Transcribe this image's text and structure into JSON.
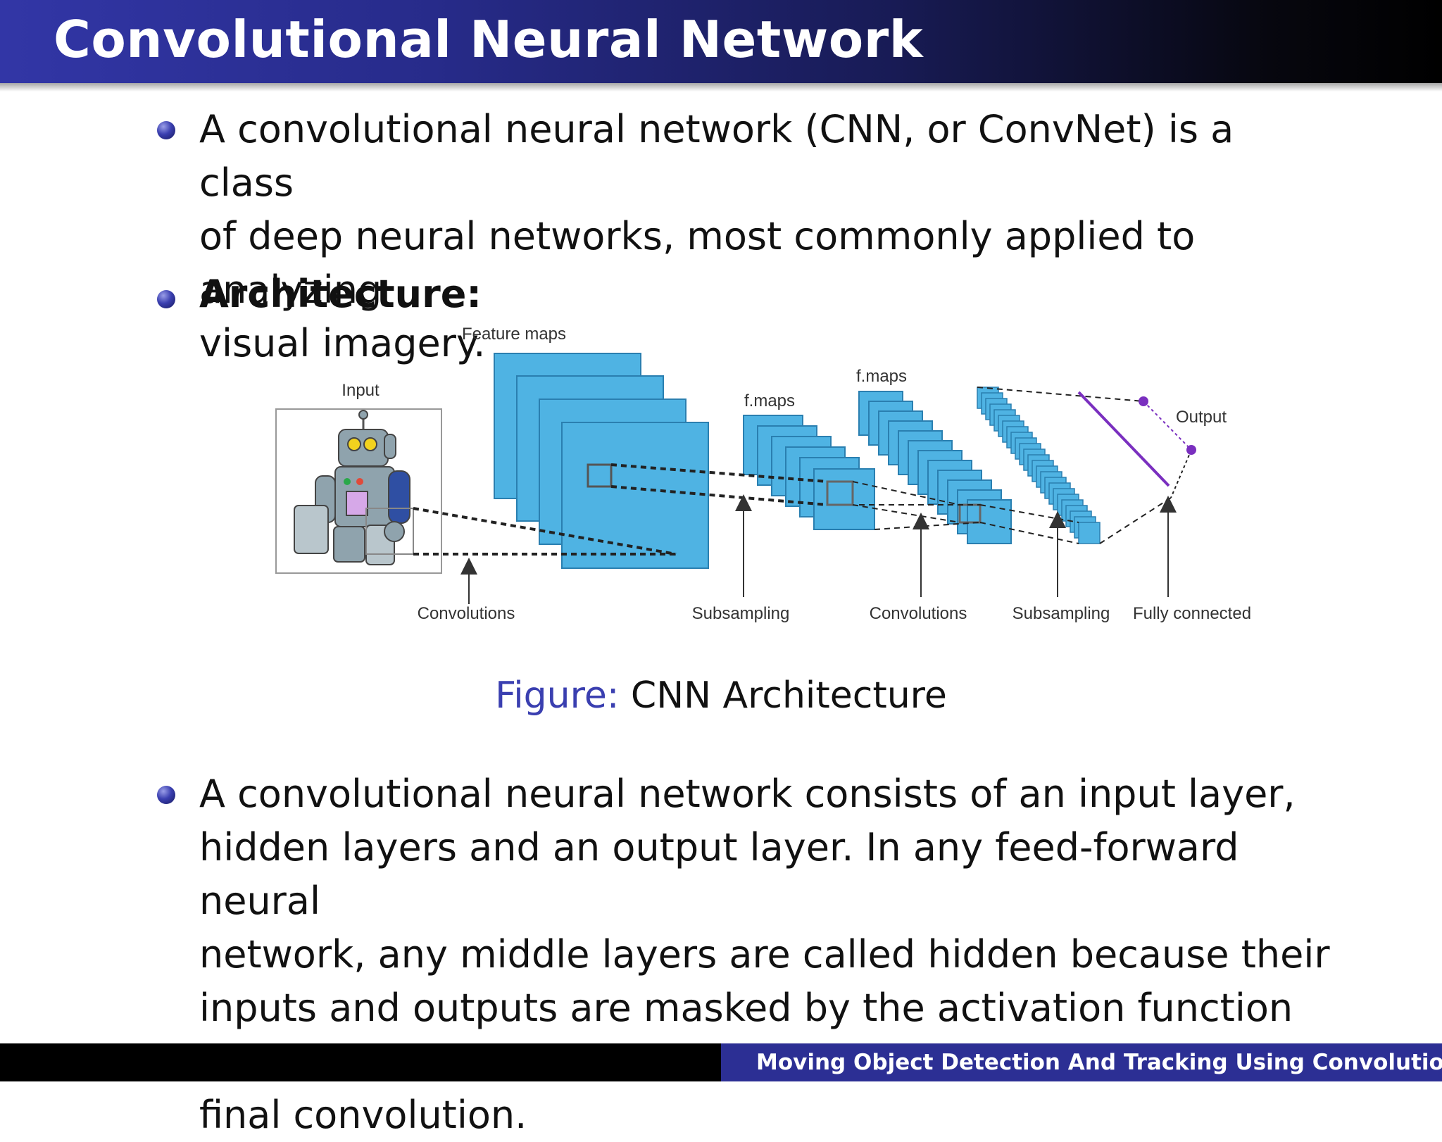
{
  "slide": {
    "title": "Convolutional Neural Network",
    "bullets": [
      {
        "lines": [
          "A convolutional neural network (CNN, or ConvNet) is a class",
          "of deep neural networks, most commonly applied to analyzing",
          "visual imagery."
        ]
      },
      {
        "text": "Architecture:"
      },
      {
        "lines": [
          "A convolutional neural network consists of an input layer,",
          "hidden layers and an output layer. In any feed-forward neural",
          "network, any middle layers are called hidden because their",
          "inputs and outputs are masked by the activation function and",
          "final convolution."
        ]
      }
    ],
    "figure": {
      "label": "Figure:",
      "caption": "CNN Architecture",
      "labels": {
        "input": "Input",
        "feature_maps": "Feature maps",
        "fmaps_1": "f.maps",
        "fmaps_2": "f.maps",
        "output": "Output",
        "convolutions_1": "Convolutions",
        "subsampling_1": "Subsampling",
        "convolutions_2": "Convolutions",
        "subsampling_2": "Subsampling",
        "fully_connected": "Fully connected"
      },
      "colors": {
        "map_fill": "#4fb3e3",
        "map_stroke": "#2a7fb0",
        "output_line": "#7a2fbf"
      }
    },
    "footer": {
      "text": "Moving Object Detection And Tracking Using Convolutional Neural Network"
    },
    "colors": {
      "title_bar": "#2c2f94",
      "accent": "#3a3fb0"
    }
  }
}
